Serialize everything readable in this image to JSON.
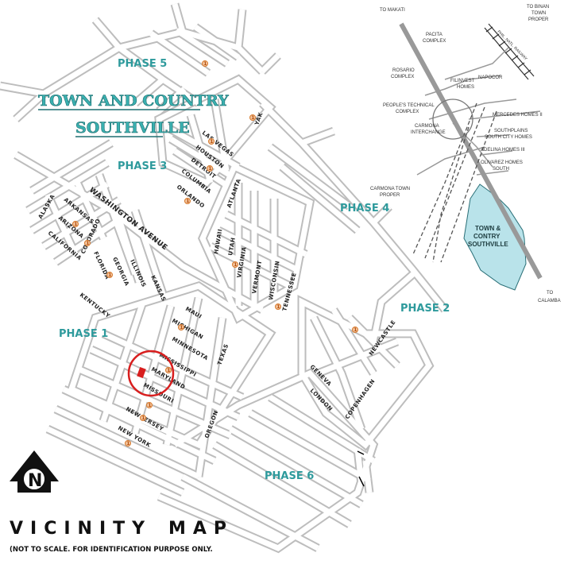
{
  "title": {
    "line1": "TOWN AND COUNTRY",
    "line2": "SOUTHVILLE"
  },
  "phases": [
    "PHASE 5",
    "PHASE 3",
    "PHASE 4",
    "PHASE 1",
    "PHASE 2",
    "PHASE 6"
  ],
  "main_roads": {
    "washington": "WASHINGTON AVENUE"
  },
  "streets": {
    "west": [
      "ALASKA",
      "ARKANSAS",
      "ARIZONA",
      "CALIFORNIA",
      "COLORADO",
      "FLORIDA",
      "GEORGIA",
      "ILLINOIS",
      "KANSAS",
      "KENTUCKY"
    ],
    "phase3": [
      "LAS VEGAS",
      "HOUSTON",
      "DETROIT",
      "COLUMBIA",
      "ORLANDO",
      "ATLANTA",
      "YAK"
    ],
    "center": [
      "HAWAII",
      "UTAH",
      "VIRGINIA",
      "VERMONT",
      "WISCONSIN",
      "TENNESSEE"
    ],
    "phase1": [
      "MAUI",
      "MICHIGAN",
      "MINNESOTA",
      "MISSISSIPPI",
      "MARYLAND",
      "MISSOURI",
      "NEW JERSEY",
      "NEW YORK",
      "TEXAS",
      "OREGON"
    ],
    "east": [
      "GENEVA",
      "LONDON",
      "NEWCASTLE",
      "COPENHAGEN"
    ]
  },
  "markers": [
    "1",
    "1",
    "1",
    "1",
    "1",
    "1",
    "1",
    "1",
    "1",
    "1",
    "1",
    "1",
    "1",
    "1",
    "1",
    "1"
  ],
  "inset": {
    "to_makati": "TO MAKATI",
    "to_binan": [
      "TO BINAN",
      "TOWN",
      "PROPER"
    ],
    "to_calamba": [
      "TO",
      "CALAMBA"
    ],
    "railway": "PHIL. NATL. RAILWAY",
    "places": [
      [
        "PACITA",
        "COMPLEX"
      ],
      [
        "ROSARIO",
        "COMPLEX"
      ],
      [
        "FILINVEST",
        "HOMES"
      ],
      [
        "NAPOCOR"
      ],
      [
        "PEOPLE'S TECHNICAL",
        "COMPLEX"
      ],
      [
        "MERCEDES HOMES II"
      ],
      [
        "CARMONA",
        "INTERCHANGE"
      ],
      [
        "SOUTHPLAINS",
        "SOUTH CITY HOMES"
      ],
      [
        "ADELINA HOMES III"
      ],
      [
        "OLIVAREZ HOMES",
        "SOUTH"
      ],
      [
        "CARMONA TOWN",
        "PROPER"
      ]
    ],
    "site": [
      "TOWN &",
      "CONTRY",
      "SOUTHVILLE"
    ]
  },
  "legend": {
    "north_letter": "N",
    "vicinity_word": "VICINITY",
    "map_word": "MAP",
    "note": "(NOT TO SCALE. FOR IDENTIFICATION PURPOSE ONLY."
  },
  "colors": {
    "phase_text": "#2e9a9c",
    "title_text": "#3ab0b0",
    "site_fill": "#b9e3ea",
    "highlight": "#d81e1e",
    "marker": "#d77a2d"
  }
}
